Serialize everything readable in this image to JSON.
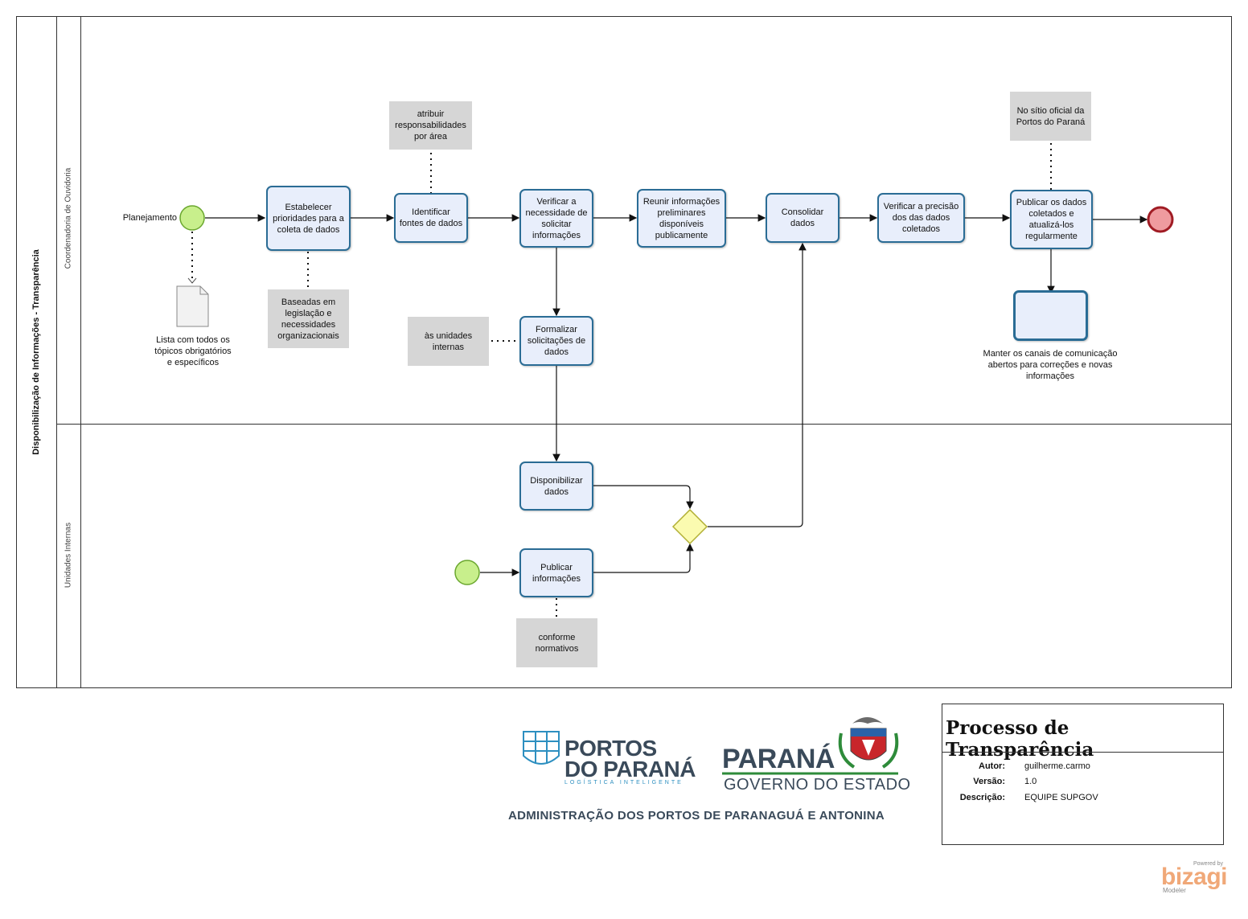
{
  "pool": {
    "title": "Disponibilização de Informações - Transparência"
  },
  "lanes": {
    "top": "Coordenadoria de Ouvidoria",
    "bottom": "Unidades Internas"
  },
  "start_label": "Planejamento",
  "tasks": {
    "t1": "Estabelecer prioridades para a coleta de dados",
    "t2": "Identificar fontes de dados",
    "t3": "Verificar a necessidade de solicitar informações",
    "t4": "Reunir informações preliminares disponíveis publicamente",
    "t5": "Consolidar dados",
    "t6": "Verificar a precisão dos das dados coletados",
    "t7": "Publicar os dados coletados e atualizá-los regularmente",
    "t8": "Formalizar solicitações de dados",
    "t9": "Disponibilizar dados",
    "t10": "Publicar informações"
  },
  "subprocess_label": "Manter os canais de comunicação abertos para correções e novas informações",
  "document_label": "Lista com todos os tópicos obrigatórios e específicos",
  "notes": {
    "n1": "atribuir responsabilidades por área",
    "n2": "Baseadas em legislação e necessidades organizacionais",
    "n3": "às unidades internas",
    "n4": "No sítio oficial da Portos do Paraná",
    "n5": "conforme normativos"
  },
  "footer": {
    "title": "Processo de Transparência",
    "author_label": "Autor:",
    "author": "guilherme.carmo",
    "version_label": "Versão:",
    "version": "1.0",
    "desc_label": "Descrição:",
    "desc": "EQUIPE SUPGOV",
    "ppr_line1": "PORTOS",
    "ppr_line2": "DO PARANÁ",
    "ppr_sub": "LOGÍSTICA INTELIGENTE",
    "parana": "PARANÁ",
    "governo": "GOVERNO DO ESTADO",
    "admin": "ADMINISTRAÇÃO DOS PORTOS DE PARANAGUÁ E ANTONINA",
    "bizagi_powered": "Powered by",
    "bizagi": "bizagi",
    "bizagi_modeler": "Modeler"
  },
  "colors": {
    "task_border": "#2a6c95",
    "task_fill": "#e8eefb",
    "start": "#c8ef8c",
    "end": "#ef9b9f",
    "gateway": "#fbfbb0",
    "note": "#d6d6d6"
  }
}
